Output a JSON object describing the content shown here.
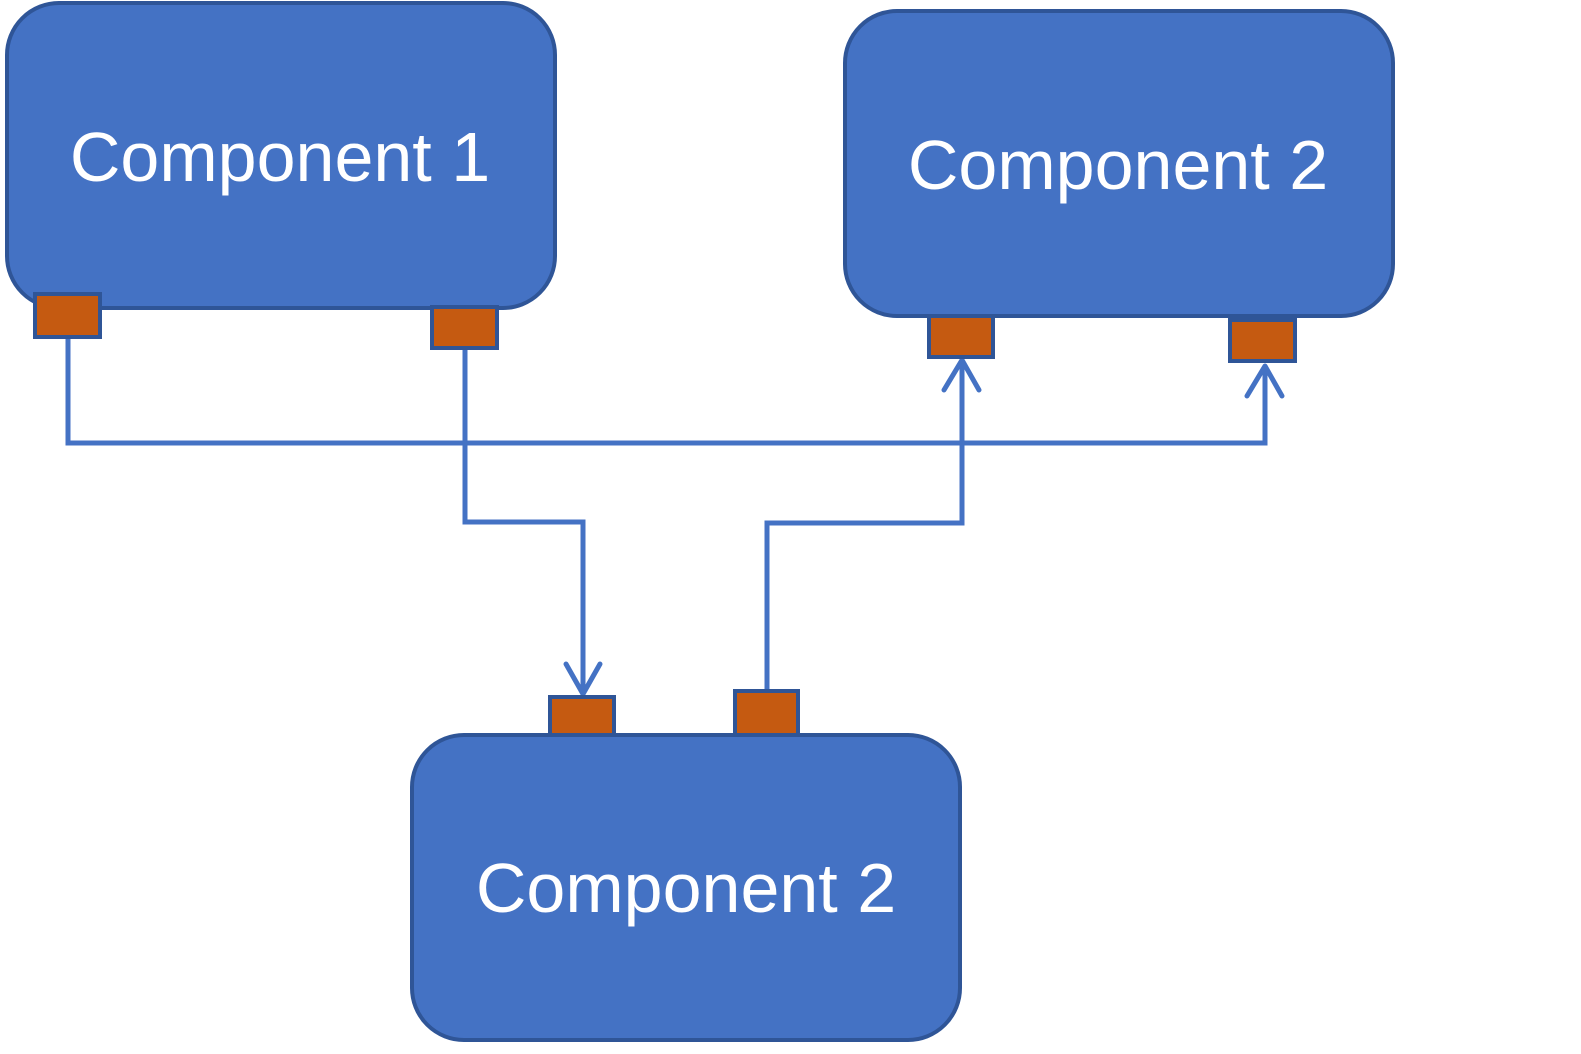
{
  "colors": {
    "component_fill": "#4472C4",
    "component_stroke": "#2F5597",
    "port_fill": "#C55A11",
    "port_stroke": "#2F5597",
    "connector": "#4472C4",
    "background": "#FFFFFF"
  },
  "components": [
    {
      "id": "component-a",
      "label": "Component 1"
    },
    {
      "id": "component-b",
      "label": "Component 2"
    },
    {
      "id": "component-c",
      "label": "Component 2"
    }
  ],
  "connections": [
    {
      "from": "component-a port 1",
      "to": "component-b port 2"
    },
    {
      "from": "component-a port 2",
      "to": "component-c port 1"
    },
    {
      "from": "component-c port 2",
      "to": "component-b port 1"
    }
  ]
}
